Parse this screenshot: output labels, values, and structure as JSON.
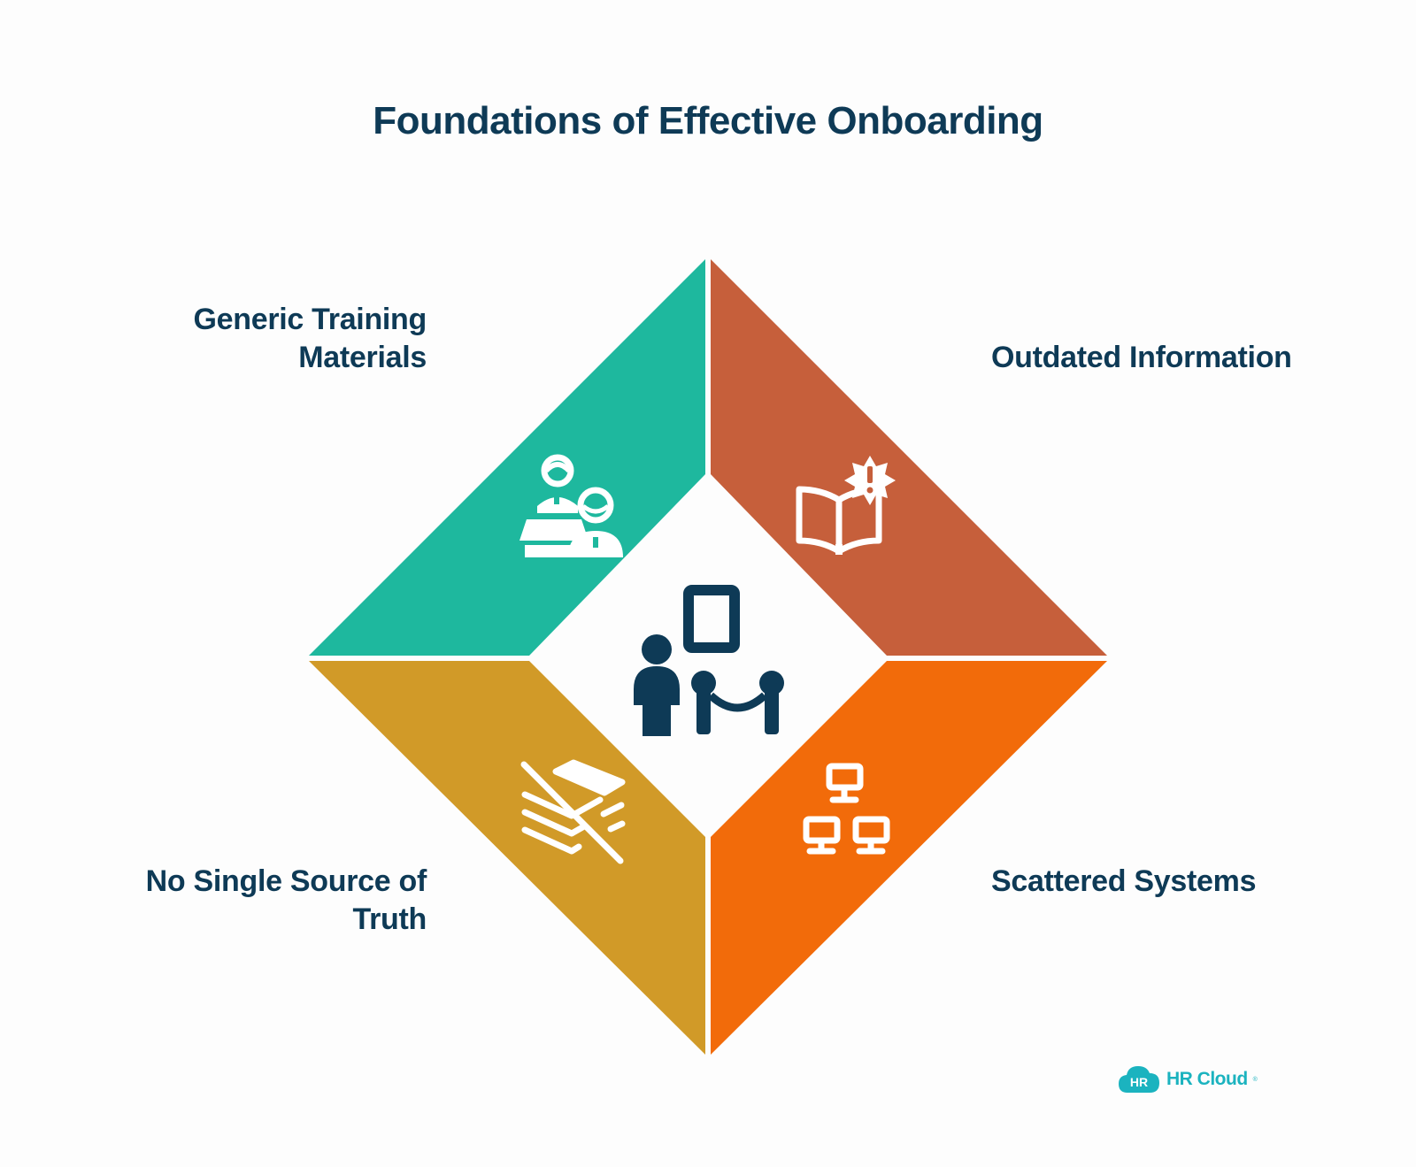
{
  "title": "Foundations of Effective Onboarding",
  "quadrants": [
    {
      "id": "tl",
      "label_lines": [
        "Generic Training",
        "Materials"
      ],
      "color": "#1eb89e",
      "icon": "trainer-learner-icon"
    },
    {
      "id": "tr",
      "label_lines": [
        "Outdated Information"
      ],
      "color": "#c65f3b",
      "icon": "book-alert-icon"
    },
    {
      "id": "bl",
      "label_lines": [
        "No Single Source of",
        "Truth"
      ],
      "color": "#d19a28",
      "icon": "documents-crossed-icon"
    },
    {
      "id": "br",
      "label_lines": [
        "Scattered Systems"
      ],
      "color": "#f26b0a",
      "icon": "network-computers-icon"
    }
  ],
  "center": {
    "icon": "person-exhibit-rope-icon",
    "color": "#0e3a56"
  },
  "logo": {
    "badge": "HR",
    "text": "HR Cloud",
    "mark": "®",
    "color": "#1bb3bf"
  }
}
